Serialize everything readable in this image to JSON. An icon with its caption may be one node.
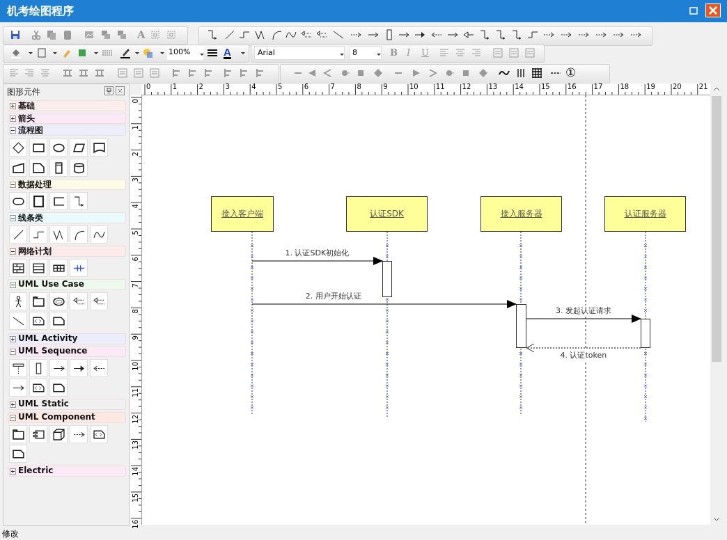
{
  "diagram": {
    "title": "机考绘图程序",
    "nodes": [
      {
        "text": [
          "接入客户端"
        ]
      },
      {
        "text": [
          "认证SDK"
        ]
      },
      {
        "text": [
          "接入服务器"
        ]
      },
      {
        "text": [
          "认证服务器"
        ]
      },
      {
        "text": [],
        "shape": "bar"
      },
      {
        "text": [],
        "shape": "bar"
      },
      {
        "text": [],
        "shape": "bar"
      }
    ],
    "edges": [
      {
        "from": 0,
        "to": 4,
        "arrow": "to",
        "label": "1. 认证SDK初始化"
      },
      {
        "from": 0,
        "to": 5,
        "arrow": "to",
        "label": "2. 用户开始认证"
      },
      {
        "from": 5,
        "to": 6,
        "arrow": "to",
        "label": "3. 发起认证请求"
      },
      {
        "from": 6,
        "to": 5,
        "arrow": "to",
        "label": "4. 认证token",
        "style": "dashed"
      }
    ],
    "labels": [
      "A",
      "100%",
      "A",
      "Arial",
      "8",
      "B",
      "I",
      "U",
      "①",
      "图形元件",
      "基础",
      "箭头",
      "流程图",
      "数据处理",
      "线条类",
      "网络计划",
      "UML Use Case",
      "UML Activity",
      "UML Sequence",
      "UML Static",
      "UML Component",
      "Electric",
      "0",
      "1",
      "2",
      "3",
      "4",
      "5",
      "6",
      "7",
      "8",
      "9",
      "10",
      "11",
      "12",
      "13",
      "14",
      "15",
      "16",
      "17",
      "18",
      "19",
      "20",
      "21",
      "0",
      "1",
      "2",
      "3",
      "4",
      "5",
      "6",
      "7",
      "8",
      "9",
      "10",
      "11",
      "12",
      "13",
      "14",
      "15",
      "16",
      "修改"
    ]
  }
}
